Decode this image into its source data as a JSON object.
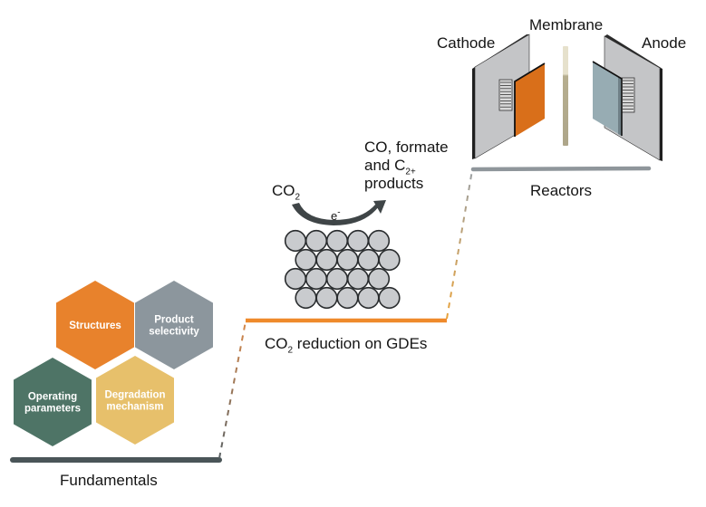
{
  "stages": {
    "fundamentals": {
      "label": "Fundamentals",
      "bar_color": "#4a5558",
      "hexagons": [
        {
          "id": "structures",
          "lines": [
            "Structures"
          ],
          "color": "#e8822c"
        },
        {
          "id": "product-selectivity",
          "lines": [
            "Product",
            "selectivity"
          ],
          "color": "#8c969d"
        },
        {
          "id": "operating-parameters",
          "lines": [
            "Operating",
            "parameters"
          ],
          "color": "#4e7466"
        },
        {
          "id": "degradation-mechanism",
          "lines": [
            "Degradation",
            "mechanism"
          ],
          "color": "#e7c06b"
        }
      ]
    },
    "gde": {
      "label_prefix": "CO",
      "label_sub": "2",
      "label_suffix": " reduction on GDEs",
      "bar_color": "#ef8a2b",
      "reactant_prefix": "CO",
      "reactant_sub": "2",
      "electron_base": "e",
      "electron_sup": "-",
      "products_line1": "CO, formate",
      "products_line2_prefix": "and C",
      "products_line2_sub": "2+",
      "products_line3": "products",
      "particle_rows": [
        5,
        5,
        5,
        5
      ],
      "particle_color": "#c9cbce"
    },
    "reactors": {
      "label": "Reactors",
      "bar_color": "#8f969b",
      "components": {
        "cathode": "Cathode",
        "membrane": "Membrane",
        "anode": "Anode"
      },
      "cathode_layer_color": "#d96f1a",
      "anode_layer_color": "#97acb3",
      "plate_color": "#c4c5c7",
      "membrane_color": "#c0b89a"
    }
  }
}
